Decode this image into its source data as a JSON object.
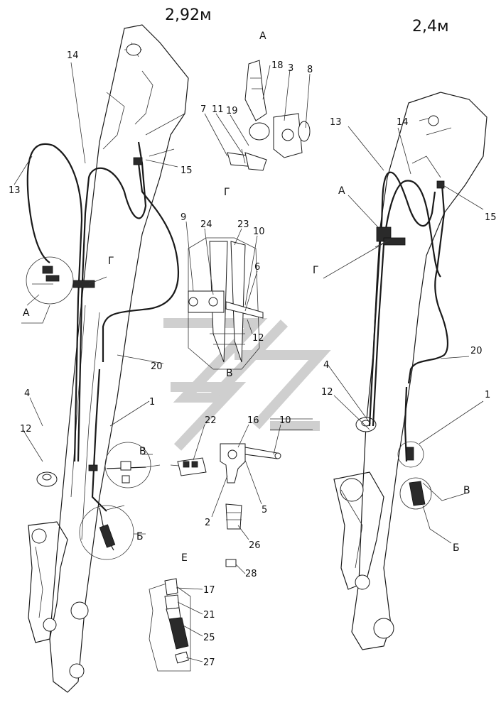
{
  "header": {
    "length_left": "2,92м",
    "length_right": "2,4м"
  },
  "views": {
    "A_top": "А",
    "A_left": "А",
    "A_right": "А",
    "G_top": "Г",
    "G_left": "Г",
    "G_right": "Г",
    "B_left": "В",
    "B_mid": "В",
    "B_right": "В",
    "Bb_left": "Б",
    "Bb_right": "Б",
    "E": "Е"
  },
  "callouts": {
    "left": [
      "14",
      "13",
      "15",
      "4",
      "12",
      "20",
      "1"
    ],
    "viewA": [
      "18",
      "3",
      "8",
      "7",
      "11",
      "19"
    ],
    "viewG": [
      "9",
      "24",
      "23",
      "10",
      "6",
      "12"
    ],
    "viewB": [
      "22",
      "16",
      "10",
      "2",
      "5",
      "26",
      "28"
    ],
    "viewE": [
      "17",
      "21",
      "25",
      "27"
    ],
    "right": [
      "13",
      "14",
      "15",
      "20",
      "4",
      "12",
      "1"
    ]
  },
  "colors": {
    "ink": "#1a1a1a",
    "watermark": "#cfcfcf"
  }
}
